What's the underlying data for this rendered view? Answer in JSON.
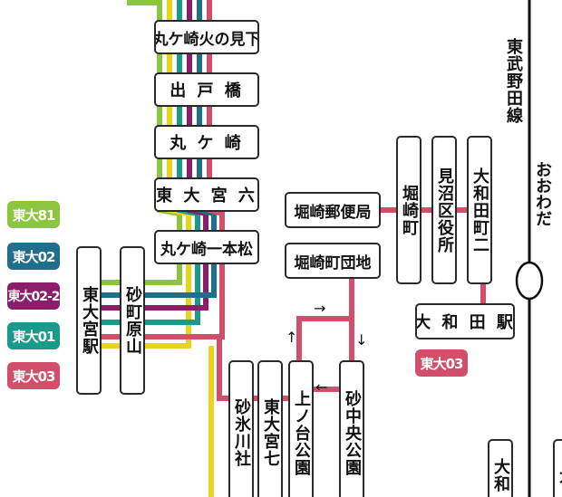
{
  "route_badges": [
    {
      "label": "東大81",
      "color": "#8cc63f"
    },
    {
      "label": "東大02",
      "color": "#1f6e8c"
    },
    {
      "label": "東大02-2",
      "color": "#8b1e6b"
    },
    {
      "label": "東大01",
      "color": "#199a8a"
    },
    {
      "label": "東大03",
      "color": "#d24f6c"
    }
  ],
  "route_colors": {
    "green": "#8cc63f",
    "blue": "#1f6e8c",
    "purple": "#8b1e6b",
    "teal": "#199a8a",
    "pink": "#d24f6c",
    "yellow": "#e8d41f"
  },
  "stops": {
    "marugasaki_hinomishita": "丸ケ崎火の見下",
    "idebashi": "出 戸 橋",
    "marugasaki": "丸 ケ 崎",
    "higashi_omiya_6": "東 大 宮 六",
    "marugasaki_ipponmatsu": "丸ケ崎一本松",
    "higashi_omiya_eki": "東大宮駅",
    "sunacho_harayama": "砂町原山",
    "sunahikawasha": "砂氷川社",
    "higashi_omiya_7": "東大宮七",
    "uenodai_koen": "上ノ台公園",
    "suna_chuo_koen": "砂中央公園",
    "horisaki_yubinkyoku": "堀崎郵便局",
    "horisaki_danchi": "堀崎町団地",
    "horisakicho": "堀崎町",
    "minuma_kuyakusho": "見沼区役所",
    "owada_2": "大和田町二",
    "owada_eki": "大 和 田 駅",
    "owada_partial": "大和",
    "edge_partial": "大"
  },
  "owada_route_label": "東大03",
  "railway": {
    "line_name": "東武野田線",
    "station_name": "おおわだ"
  },
  "arrows": {
    "right": "→",
    "left": "←",
    "up": "↑",
    "down": "↓"
  }
}
